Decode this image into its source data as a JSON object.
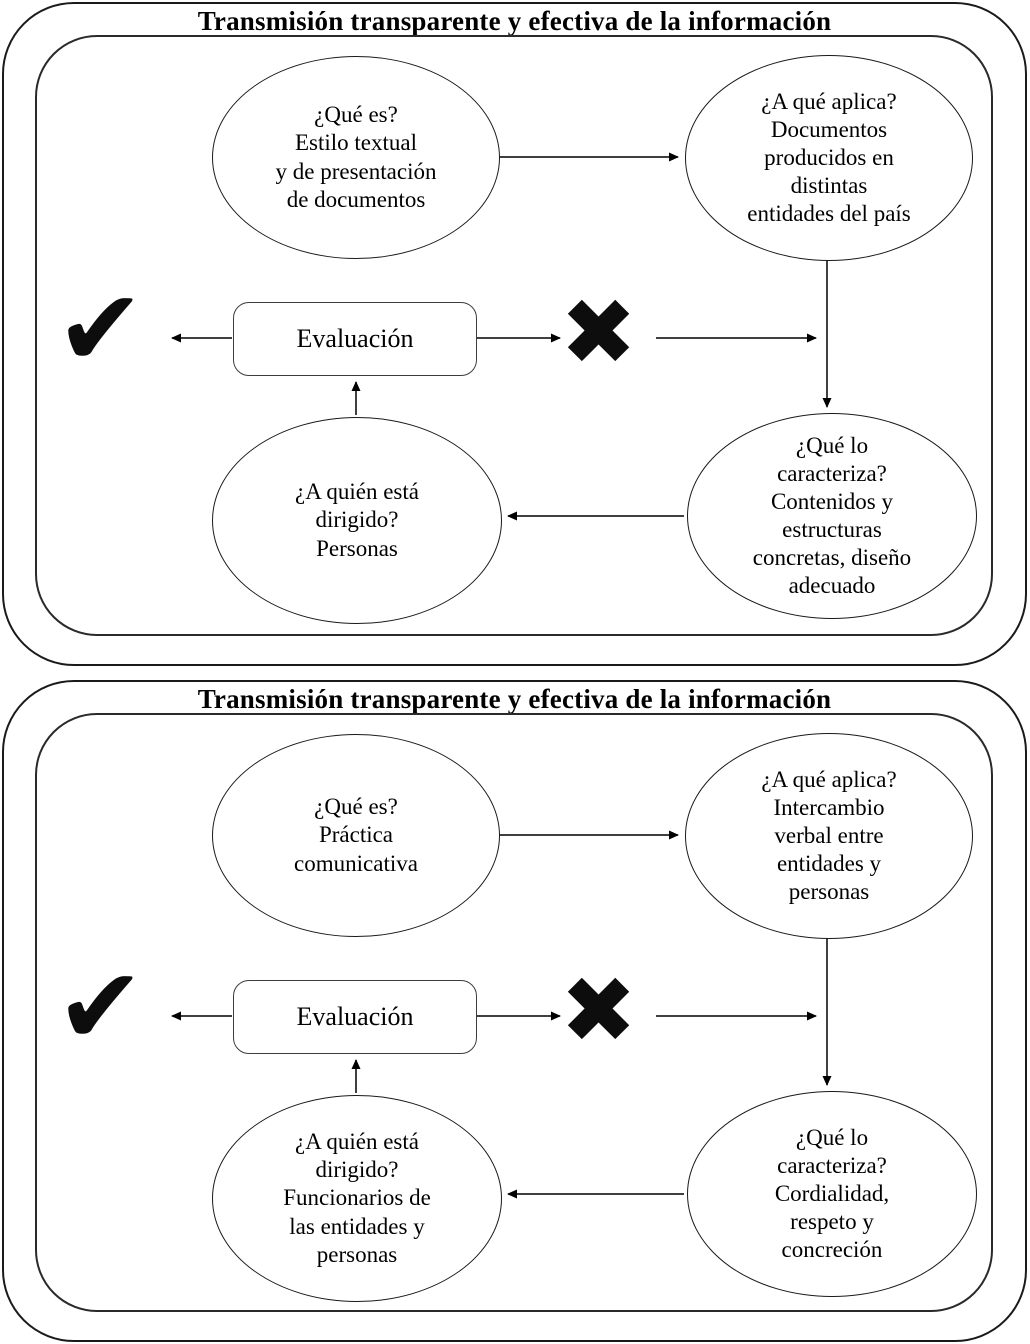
{
  "icons": {
    "check": "✔",
    "cross": "✖"
  },
  "panels": [
    {
      "title": "Transmisión transparente y efectiva de la información",
      "evaluation_label": "Evaluación",
      "nodes": {
        "what": "¿Qué es?\nEstilo textual\ny de presentación\nde documentos",
        "applies_to": "¿A qué aplica?\nDocumentos\nproducidos en\ndistintas\nentidades del país",
        "characterizes": "¿Qué lo\ncaracteriza?\nContenidos y\nestructuras\nconcretas, diseño\nadecuado",
        "audience": "¿A quién está\ndirigido?\nPersonas"
      }
    },
    {
      "title": "Transmisión transparente y efectiva de la información",
      "evaluation_label": "Evaluación",
      "nodes": {
        "what": "¿Qué es?\nPráctica\ncomunicativa",
        "applies_to": "¿A qué aplica?\nIntercambio\nverbal entre\nentidades y\npersonas",
        "characterizes": "¿Qué lo\ncaracteriza?\nCordialidad,\nrespeto y\nconcreción",
        "audience": "¿A quién está\ndirigido?\nFuncionarios de\nlas entidades y\npersonas"
      }
    }
  ]
}
